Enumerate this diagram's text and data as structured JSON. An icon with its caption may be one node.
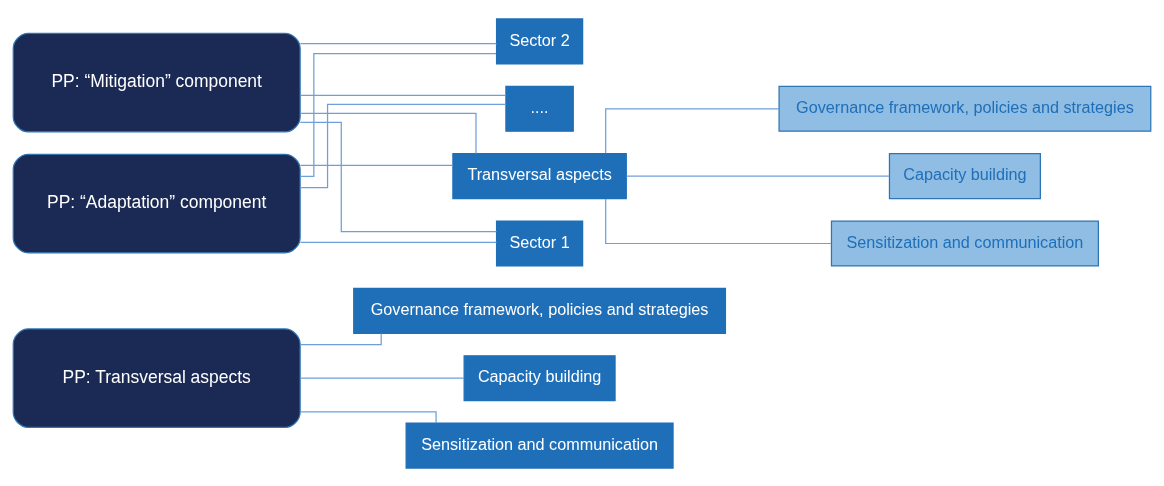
{
  "diagram": {
    "nodes": [
      {
        "text": [
          "PP: Transversal aspects"
        ]
      },
      {
        "text": [
          "Governance framework, policies and strategies"
        ]
      },
      {
        "text": [
          "Capacity building"
        ]
      },
      {
        "text": [
          "Sensitization and communication"
        ]
      },
      {
        "text": [
          "PP: “Mitigation” component"
        ]
      },
      {
        "text": [
          "PP: “Adaptation” component"
        ]
      },
      {
        "text": [
          "Transversal aspects"
        ]
      },
      {
        "text": [
          "Sector 1"
        ]
      },
      {
        "text": [
          "Sector 2"
        ]
      },
      {
        "text": [
          "...."
        ]
      },
      {
        "text": [
          "Governance framework, policies and strategies"
        ]
      },
      {
        "text": [
          "Capacity building"
        ]
      },
      {
        "text": [
          "Sensitization and communication"
        ]
      }
    ],
    "edges": [
      {
        "from": 0,
        "to": 1,
        "arrow": "none"
      },
      {
        "from": 0,
        "to": 2,
        "arrow": "none"
      },
      {
        "from": 0,
        "to": 3,
        "arrow": "none"
      },
      {
        "from": 4,
        "to": 6,
        "arrow": "none"
      },
      {
        "from": 4,
        "to": 7,
        "arrow": "none"
      },
      {
        "from": 4,
        "to": 8,
        "arrow": "none"
      },
      {
        "from": 4,
        "to": 9,
        "arrow": "none"
      },
      {
        "from": 5,
        "to": 6,
        "arrow": "none"
      },
      {
        "from": 5,
        "to": 7,
        "arrow": "none"
      },
      {
        "from": 5,
        "to": 8,
        "arrow": "none"
      },
      {
        "from": 5,
        "to": 9,
        "arrow": "none"
      },
      {
        "from": 6,
        "to": 10,
        "arrow": "none"
      },
      {
        "from": 6,
        "to": 11,
        "arrow": "none"
      },
      {
        "from": 6,
        "to": 12,
        "arrow": "none"
      }
    ]
  }
}
